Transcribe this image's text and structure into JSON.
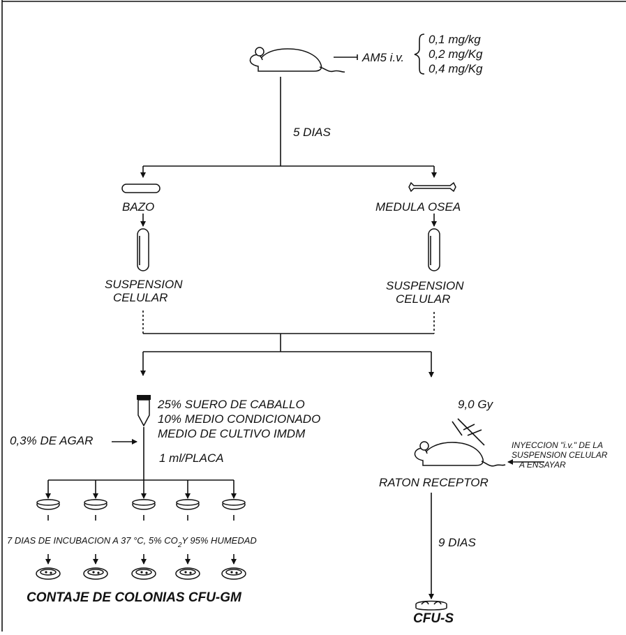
{
  "injection": {
    "drug_label": "AM5 i.v.",
    "doses": [
      "0,1 mg/kg",
      "0,2 mg/Kg",
      "0,4 mg/Kg"
    ]
  },
  "wait_1": "5 DIAS",
  "branches": {
    "spleen": {
      "organ": "BAZO",
      "suspension_line1": "SUSPENSION",
      "suspension_line2": "CELULAR"
    },
    "marrow": {
      "organ": "MEDULA OSEA",
      "suspension_line1": "SUSPENSION",
      "suspension_line2": "CELULAR"
    }
  },
  "culture": {
    "medium": [
      "25% SUERO DE CABALLO",
      "10% MEDIO CONDICIONADO",
      "MEDIO DE CULTIVO IMDM"
    ],
    "agar": "0,3% DE AGAR",
    "per_plate": "1 ml/PLACA",
    "incubation_prefix": "7 DIAS DE INCUBACION A  37 °C, 5% CO",
    "incubation_sub": "2",
    "incubation_suffix": "Y 95% HUMEDAD",
    "result": "CONTAJE DE COLONIAS CFU-GM"
  },
  "recipient": {
    "dose": "9,0 Gy",
    "injection_note": [
      "INYECCION \"i.v.\" DE LA",
      "SUSPENSION CELULAR",
      "A ENSAYAR"
    ],
    "label": "RATON RECEPTOR",
    "wait": "9 DIAS",
    "result": "CFU-S"
  }
}
